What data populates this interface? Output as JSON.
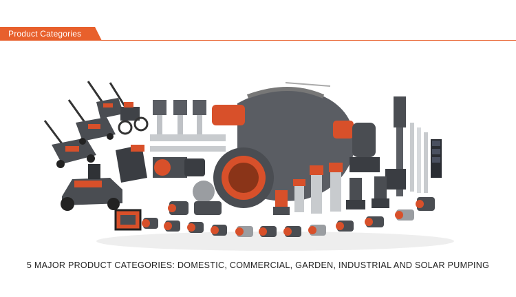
{
  "header": {
    "title": "Product Categories"
  },
  "hero": {
    "alt_icon": "pump-products-illustration"
  },
  "caption": "5 MAJOR PRODUCT CATEGORIES: DOMESTIC, COMMERCIAL, GARDEN, INDUSTRIAL AND SOLAR PUMPING",
  "colors": {
    "accent": "#e8602c",
    "pump_gray": "#5a5d63",
    "pump_red": "#d8502a"
  }
}
